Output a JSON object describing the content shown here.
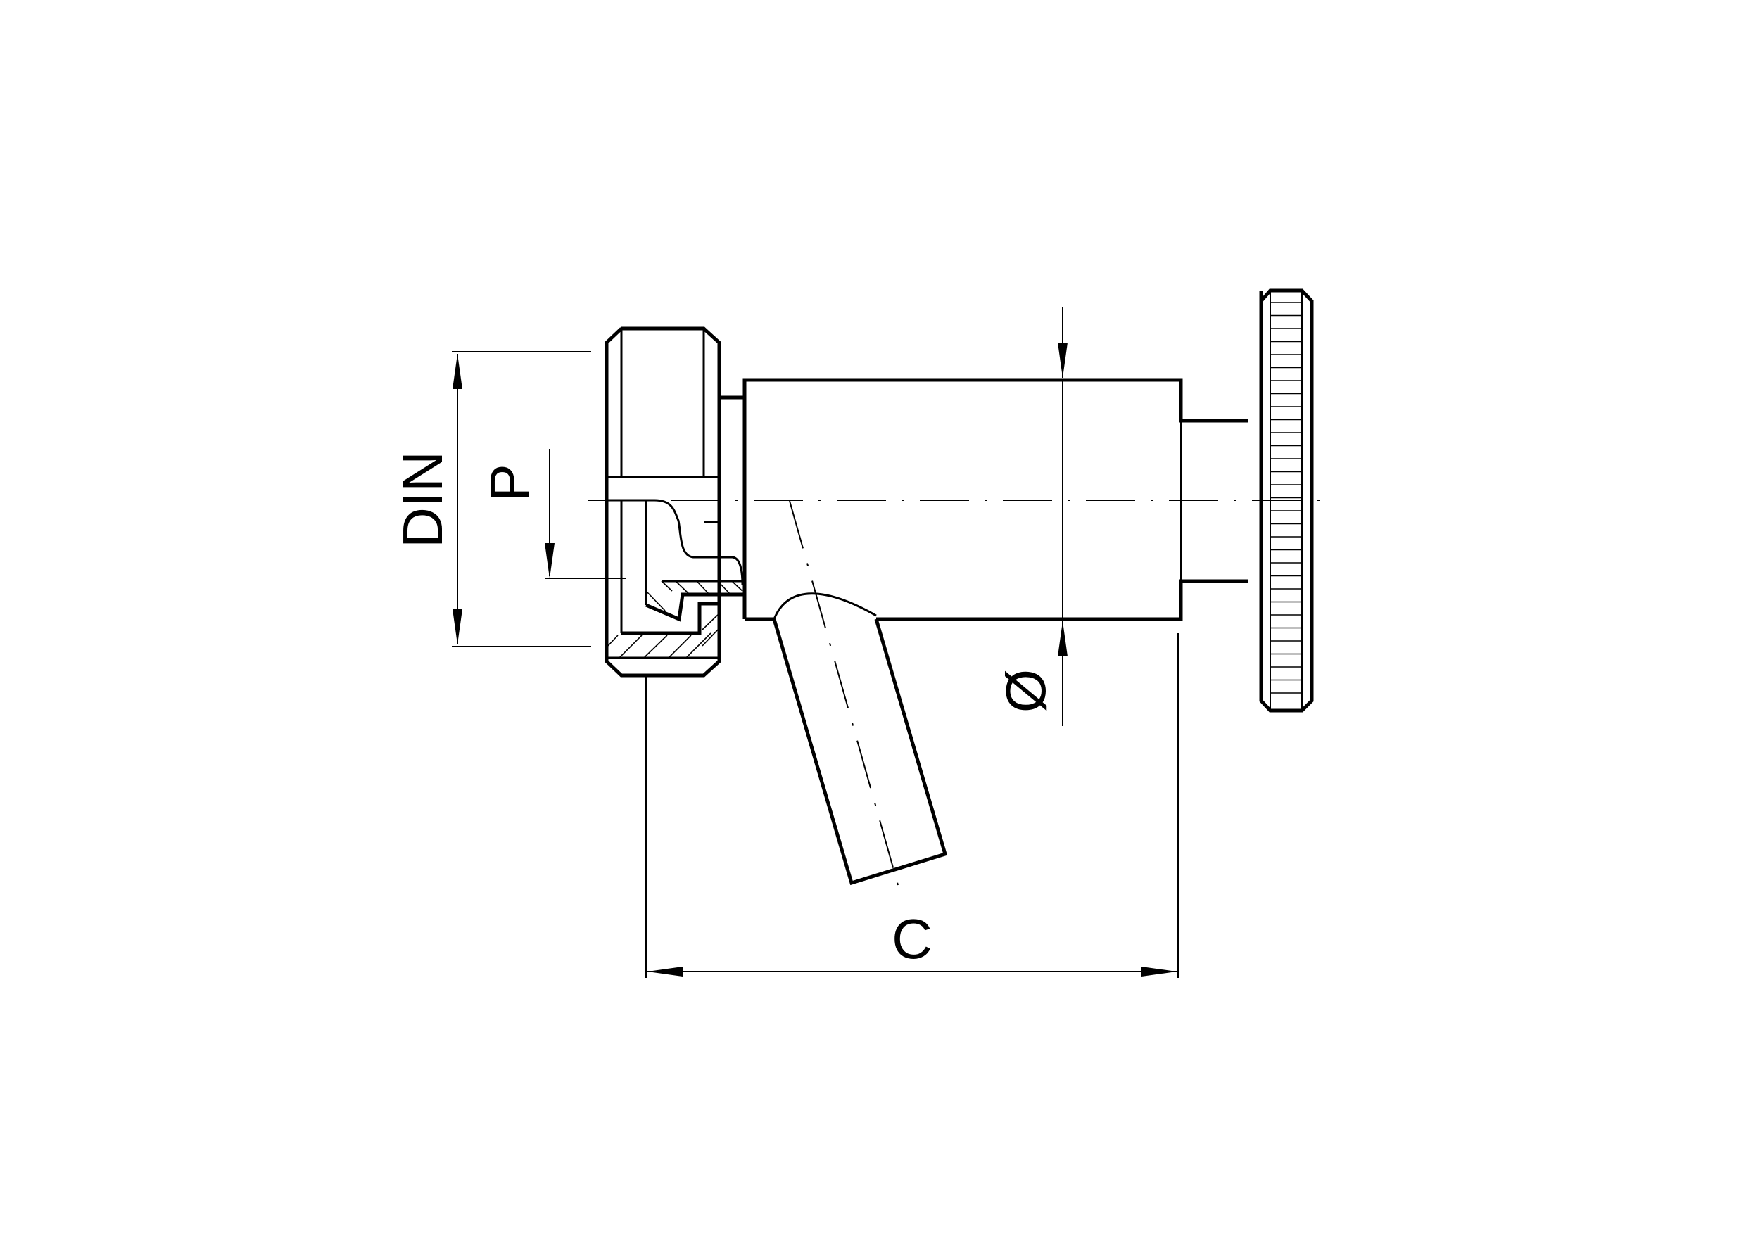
{
  "drawing": {
    "labels": {
      "din": "DIN",
      "p": "P",
      "diameter": "Ø",
      "c": "C"
    },
    "colors": {
      "line": "#000000",
      "background": "#ffffff"
    }
  }
}
